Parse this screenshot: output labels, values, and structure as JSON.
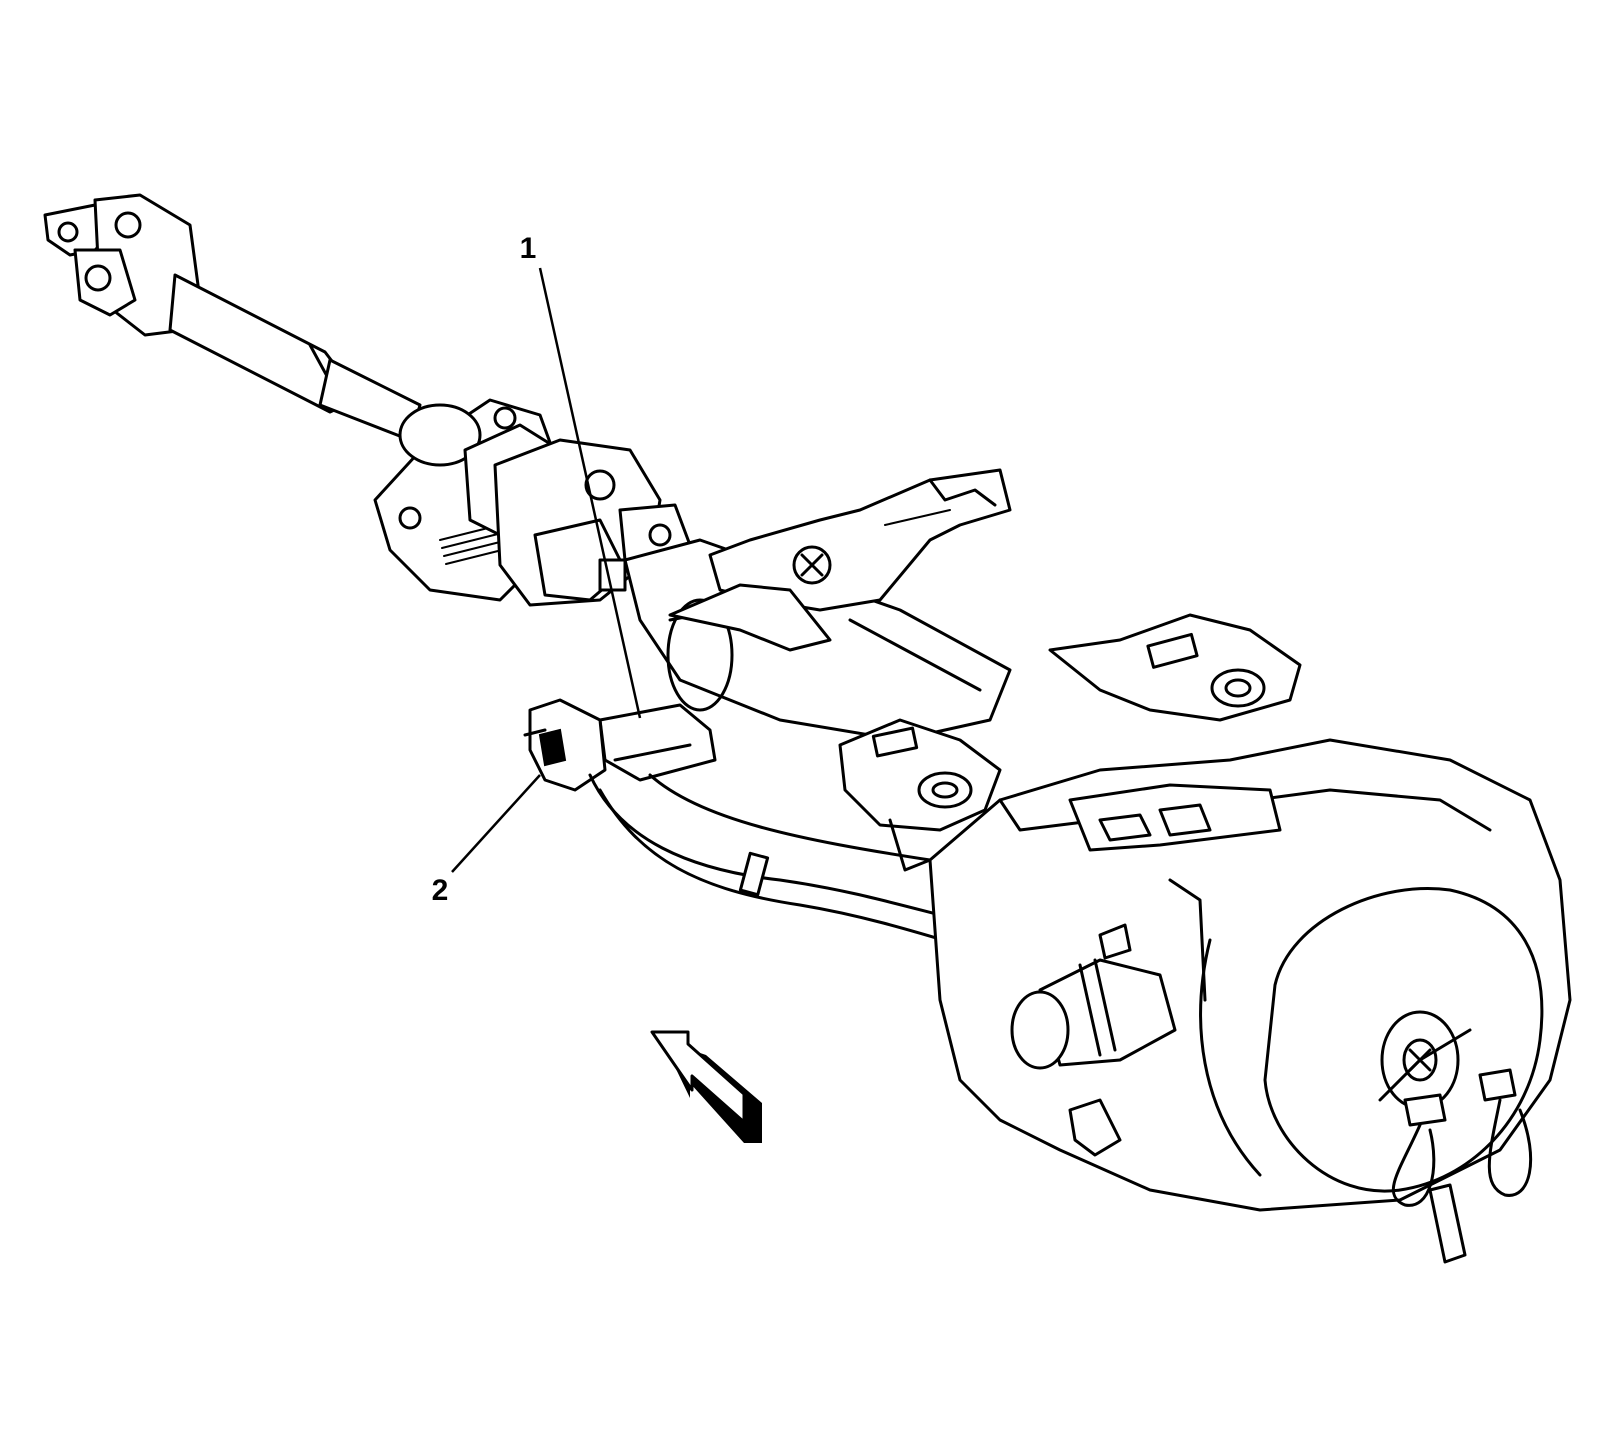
{
  "callouts": [
    {
      "id": "1",
      "label": "1"
    },
    {
      "id": "2",
      "label": "2"
    }
  ],
  "colors": {
    "line": "#000000",
    "background": "#ffffff"
  },
  "icons": {
    "direction_arrow": "forward-arrow-icon"
  }
}
